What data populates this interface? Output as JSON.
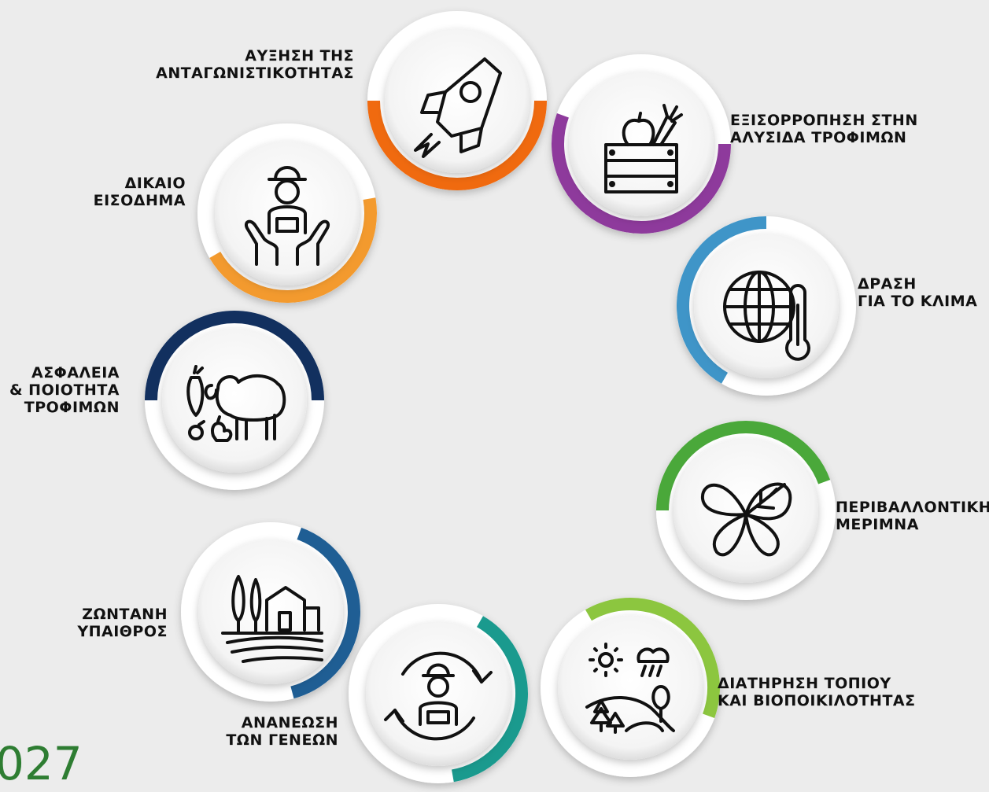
{
  "nodes": [
    {
      "id": "competitiveness",
      "lines": [
        "ΑΥΞΗΣΗ ΤΗΣ",
        "ΑΝΤΑΓΩΝΙΣΤΙΚΟΤΗΤΑΣ"
      ],
      "color": "#f06a0f",
      "icon": "rocket-icon"
    },
    {
      "id": "food-chain",
      "lines": [
        "ΕΞΙΣΟΡΡΟΠΗΣΗ ΣΤΗΝ",
        "ΑΛΥΣΙΔΑ ΤΡΟΦΙΜΩΝ"
      ],
      "color": "#8e3a9c",
      "icon": "produce-crate-icon"
    },
    {
      "id": "climate",
      "lines": [
        "ΔΡΑΣΗ",
        "ΓΙΑ ΤΟ ΚΛΙΜΑ"
      ],
      "color": "#3f95c8",
      "icon": "globe-thermometer-icon"
    },
    {
      "id": "environment",
      "lines": [
        "ΠΕΡΙΒΑΛΛΟΝΤΙΚΗ",
        "ΜΕΡΙΜΝΑ"
      ],
      "color": "#4aa83a",
      "icon": "butterfly-leaf-icon"
    },
    {
      "id": "landscape",
      "lines": [
        "ΔΙΑΤΗΡΗΣΗ ΤΟΠΙΟΥ",
        "ΚΑΙ ΒΙΟΠΟΙΚΙΛΟΤΗΤΑΣ"
      ],
      "color": "#8cc63f",
      "icon": "landscape-icon"
    },
    {
      "id": "generations",
      "lines": [
        "ΑΝΑΝΕΩΣΗ",
        "ΤΩΝ ΓΕΝΕΩΝ"
      ],
      "color": "#1a9a8e",
      "icon": "farmer-cycle-icon"
    },
    {
      "id": "countryside",
      "lines": [
        "ΖΩΝΤΑΝΗ",
        "ΥΠΑΙΘΡΟΣ"
      ],
      "color": "#1f5e94",
      "icon": "countryside-house-icon"
    },
    {
      "id": "food-safety",
      "lines": [
        "ΑΣΦΑΛΕΙΑ",
        "& ΠΟΙΟΤΗΤΑ",
        "ΤΡΟΦΙΜΩΝ"
      ],
      "color": "#12305f",
      "icon": "livestock-icon"
    },
    {
      "id": "income",
      "lines": [
        "ΔΙΚΑΙΟ",
        "ΕΙΣΟΔΗΜΑ"
      ],
      "color": "#f39a2e",
      "icon": "farmer-hands-icon"
    }
  ],
  "footer": {
    "text": "027"
  }
}
